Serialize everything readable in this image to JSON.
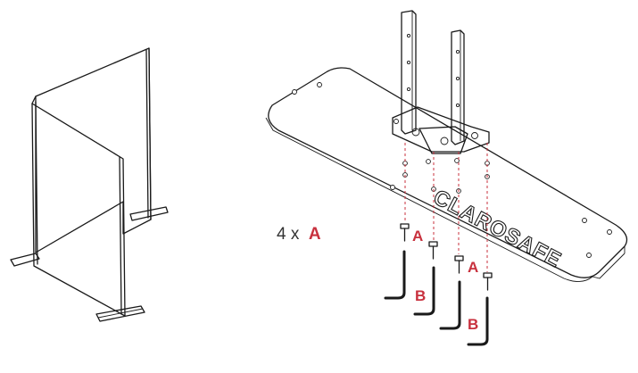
{
  "quantity": {
    "prefix": "4 x",
    "part": "A"
  },
  "callouts": {
    "screw_label": "A",
    "key_label": "B"
  },
  "brand_text": "CLAROSAFE",
  "colors": {
    "accent": "#c8313e",
    "line": "#1a1a1a",
    "background": "#ffffff"
  }
}
